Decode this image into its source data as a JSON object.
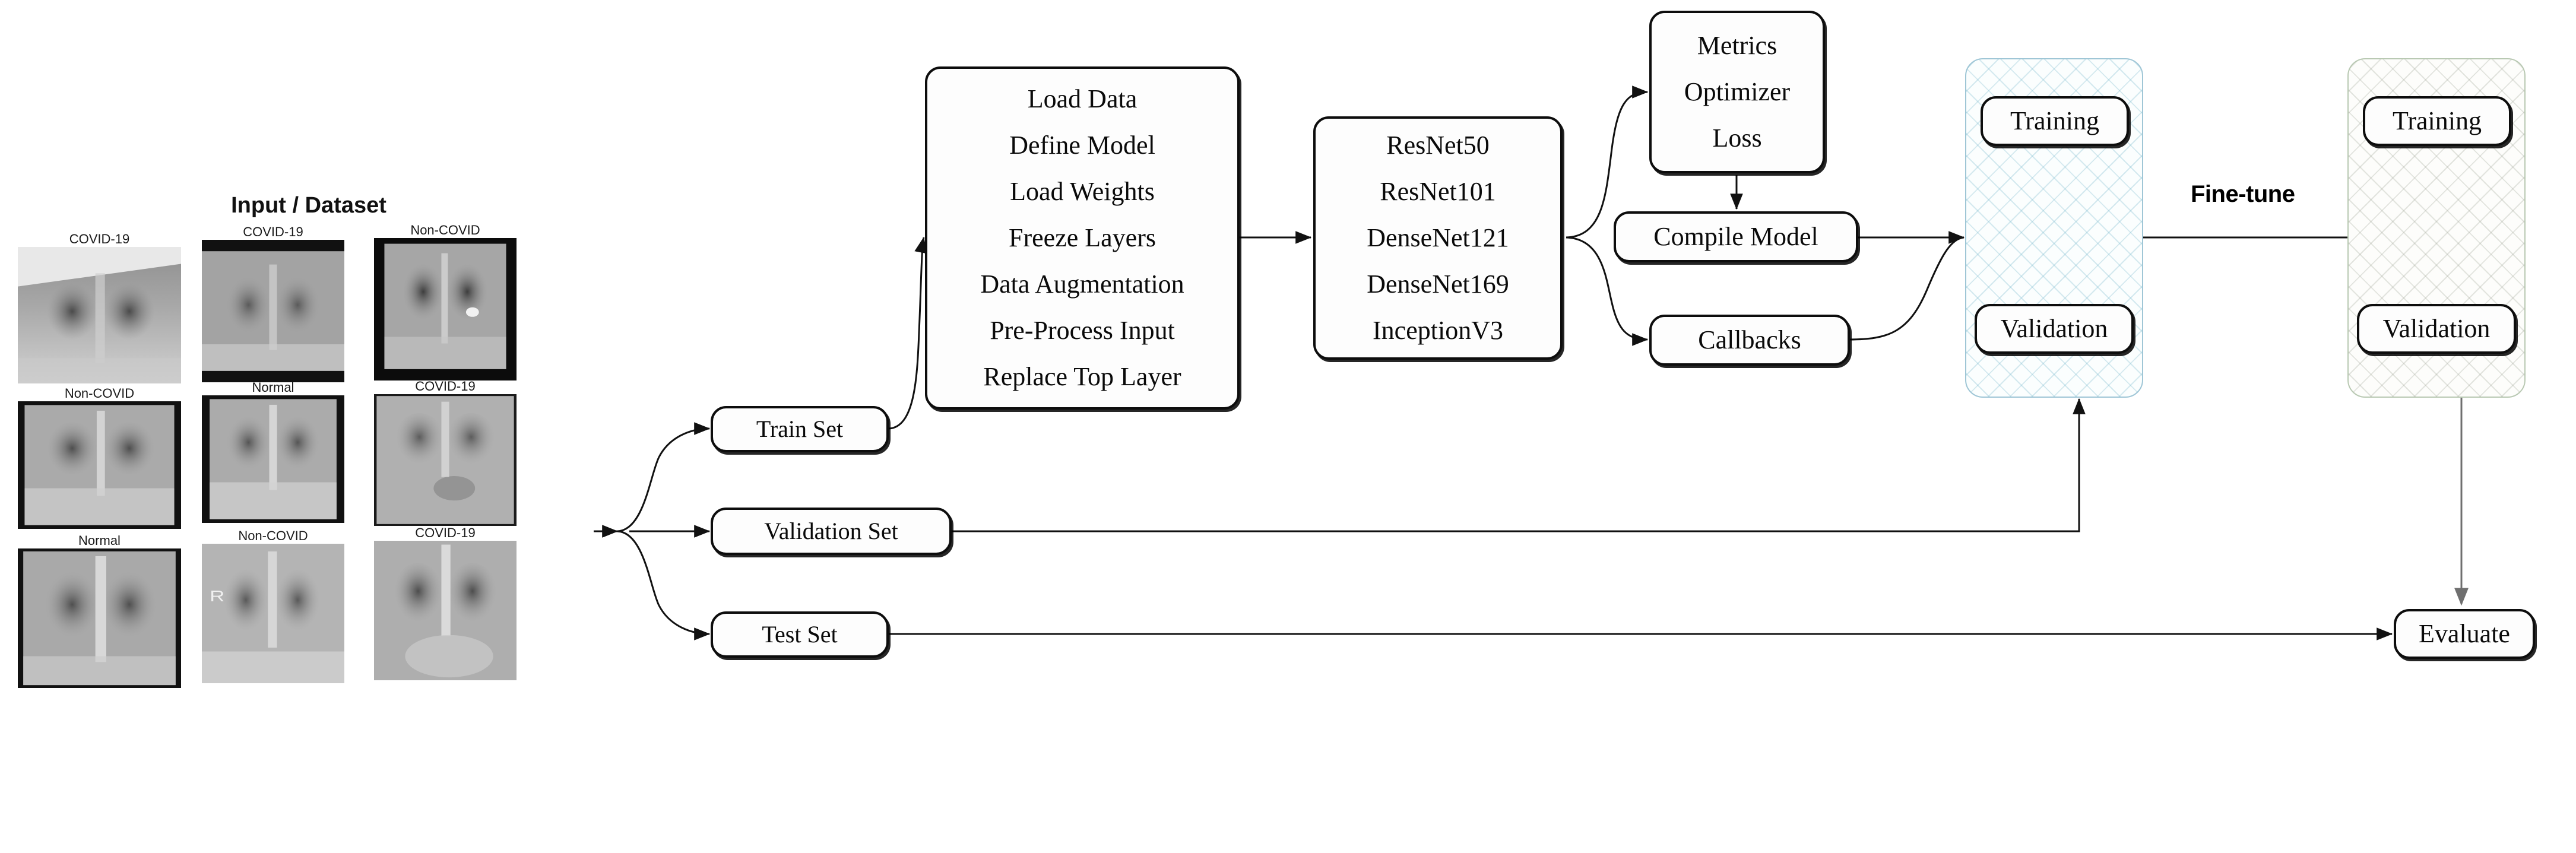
{
  "dataset": {
    "title": "Input / Dataset",
    "samples": [
      {
        "label": "COVID-19",
        "icon": "chest-xray-image"
      },
      {
        "label": "COVID-19",
        "icon": "chest-xray-image"
      },
      {
        "label": "Non-COVID",
        "icon": "chest-xray-image"
      },
      {
        "label": "Non-COVID",
        "icon": "chest-xray-image"
      },
      {
        "label": "Normal",
        "icon": "chest-xray-image"
      },
      {
        "label": "COVID-19",
        "icon": "chest-xray-image"
      },
      {
        "label": "Normal",
        "icon": "chest-xray-image"
      },
      {
        "label": "Non-COVID",
        "icon": "chest-xray-image"
      },
      {
        "label": "COVID-19",
        "icon": "chest-xray-image"
      }
    ]
  },
  "splits": {
    "train": "Train Set",
    "validation": "Validation Set",
    "test": "Test Set"
  },
  "pipeline": {
    "steps": [
      "Load Data",
      "Define Model",
      "Load Weights",
      "Freeze Layers",
      "Data Augmentation",
      "Pre-Process Input",
      "Replace Top Layer"
    ]
  },
  "models": {
    "list": [
      "ResNet50",
      "ResNet101",
      "DenseNet121",
      "DenseNet169",
      "InceptionV3"
    ]
  },
  "compile_settings": {
    "items": [
      "Metrics",
      "Optimizer",
      "Loss"
    ]
  },
  "compile_model": {
    "label": "Compile Model"
  },
  "callbacks": {
    "label": "Callbacks"
  },
  "stage_one": {
    "training": "Training",
    "validation": "Validation"
  },
  "stage_two": {
    "training": "Training",
    "validation": "Validation"
  },
  "fine_tune": {
    "label": "Fine-tune"
  },
  "evaluate": {
    "label": "Evaluate"
  },
  "colors": {
    "stroke": "#0d0d0d",
    "panel_blue_border": "#9fc6d6",
    "panel_green_border": "#b9c9b3",
    "text": "#0a0a0a",
    "edge_gray": "#6f6f6f"
  }
}
